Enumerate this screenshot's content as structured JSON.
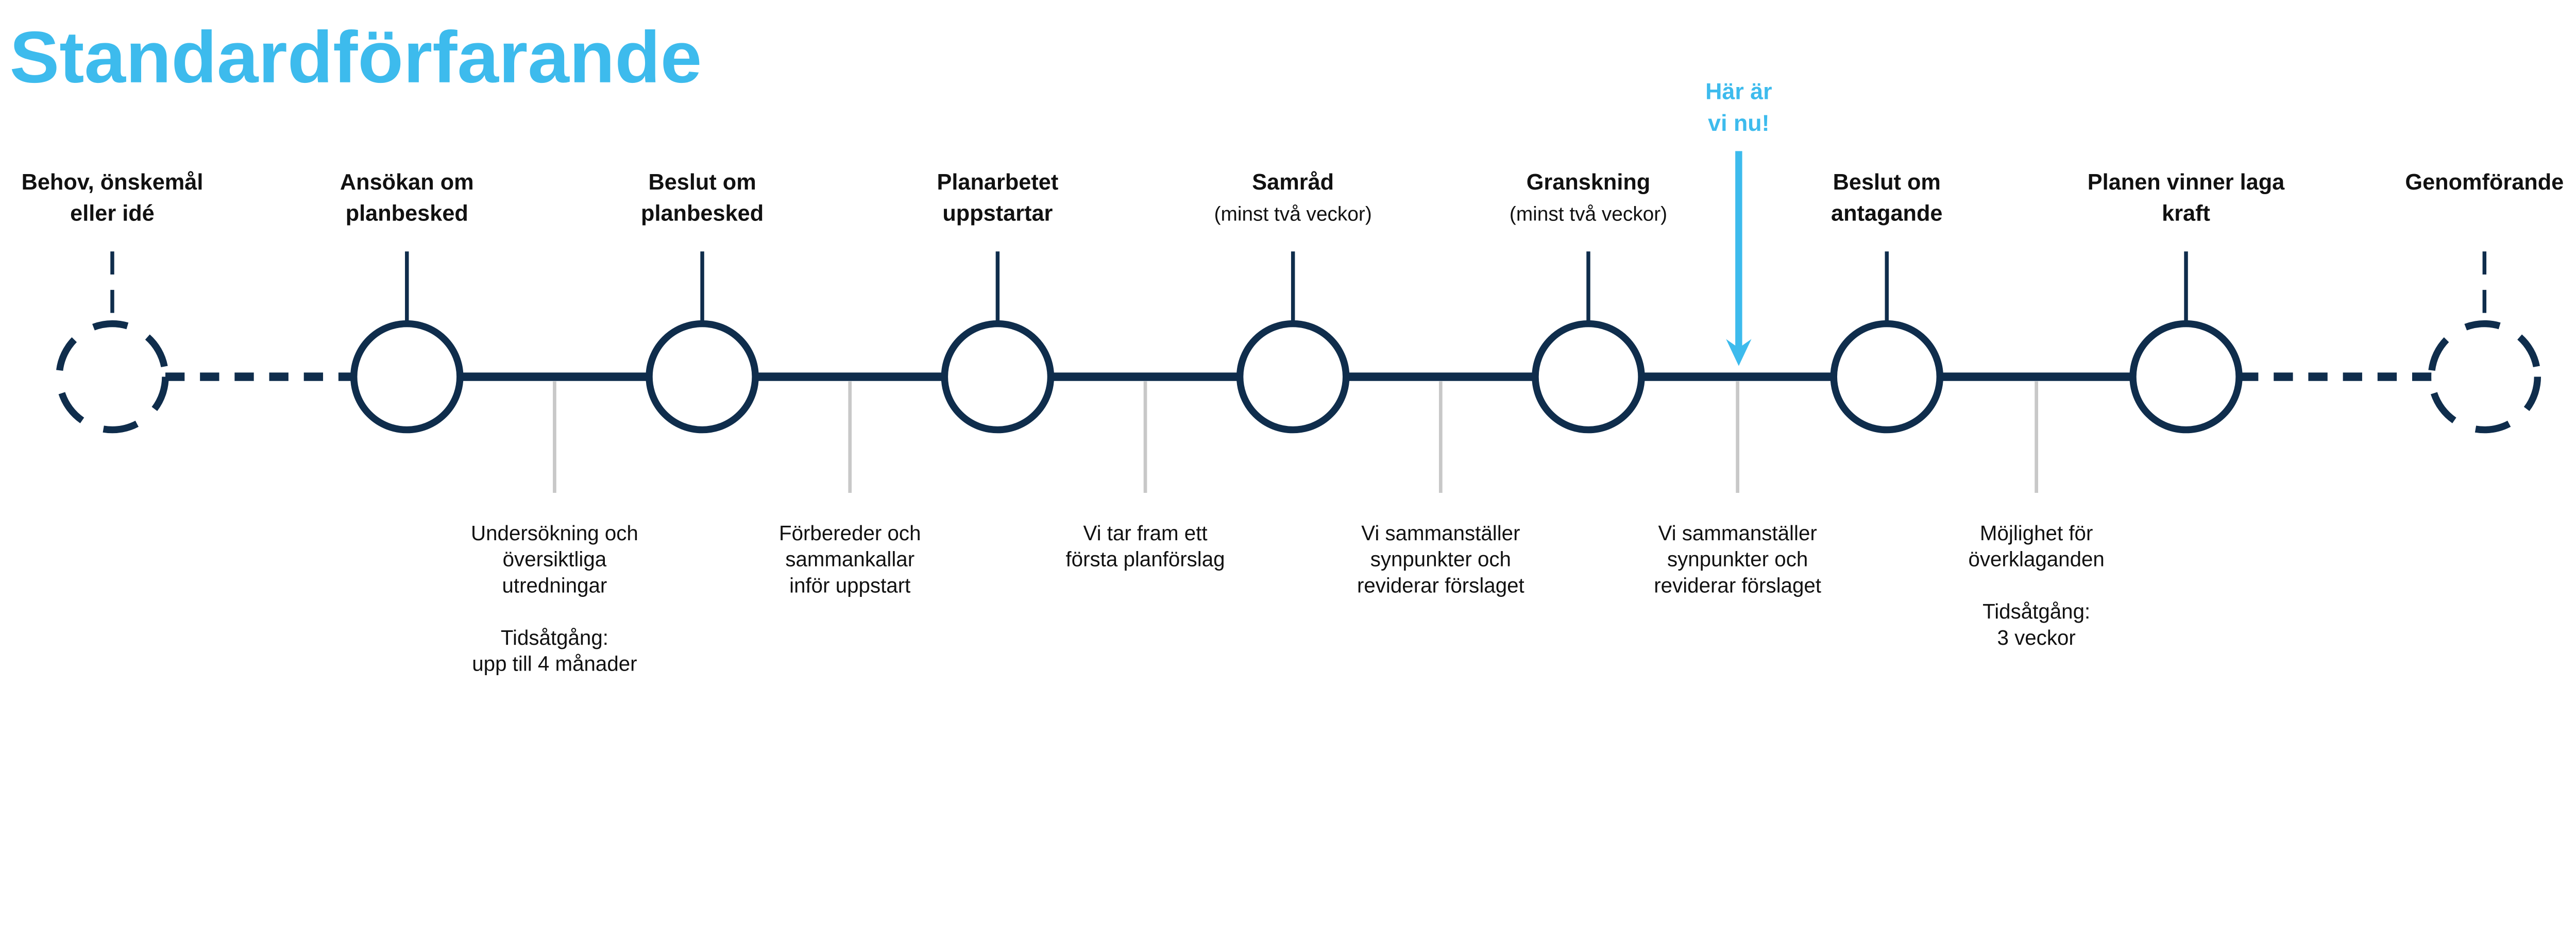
{
  "title": "Standardförfarande",
  "colors": {
    "accent": "#3dbbed",
    "line": "#0f2d4c",
    "connector": "#c8c8c8",
    "text": "#111111"
  },
  "marker": {
    "line1": "Här är",
    "line2": "vi nu!",
    "icon": "arrow-down-icon"
  },
  "steps": [
    {
      "line1": "Behov, önskemål",
      "line2": "eller idé",
      "sub": "",
      "dashed": true
    },
    {
      "line1": "Ansökan om",
      "line2": "planbesked",
      "sub": "",
      "dashed": false
    },
    {
      "line1": "Beslut om",
      "line2": "planbesked",
      "sub": "",
      "dashed": false
    },
    {
      "line1": "Planarbetet",
      "line2": "uppstartar",
      "sub": "",
      "dashed": false
    },
    {
      "line1": "Samråd",
      "line2": "",
      "sub": "(minst två veckor)",
      "dashed": false
    },
    {
      "line1": "Granskning",
      "line2": "",
      "sub": "(minst två veckor)",
      "dashed": false
    },
    {
      "line1": "Beslut om",
      "line2": "antagande",
      "sub": "",
      "dashed": false
    },
    {
      "line1": "Planen vinner laga",
      "line2": "kraft",
      "sub": "",
      "dashed": false
    },
    {
      "line1": "Genomförande",
      "line2": "",
      "sub": "",
      "dashed": true
    }
  ],
  "phases": [
    {
      "lines": [
        "Undersökning och",
        "översiktliga",
        "utredningar",
        "",
        "Tidsåtgång:",
        "upp till 4 månader"
      ]
    },
    {
      "lines": [
        "Förbereder och",
        "sammankallar",
        "inför uppstart"
      ]
    },
    {
      "lines": [
        "Vi tar fram ett",
        "första planförslag"
      ]
    },
    {
      "lines": [
        "Vi sammanställer",
        "synpunkter och",
        "reviderar förslaget"
      ]
    },
    {
      "lines": [
        "Vi sammanställer",
        "synpunkter och",
        "reviderar förslaget"
      ]
    },
    {
      "lines": [
        "Möjlighet för",
        "överklaganden",
        "",
        "Tidsåtgång:",
        "3 veckor"
      ]
    }
  ]
}
